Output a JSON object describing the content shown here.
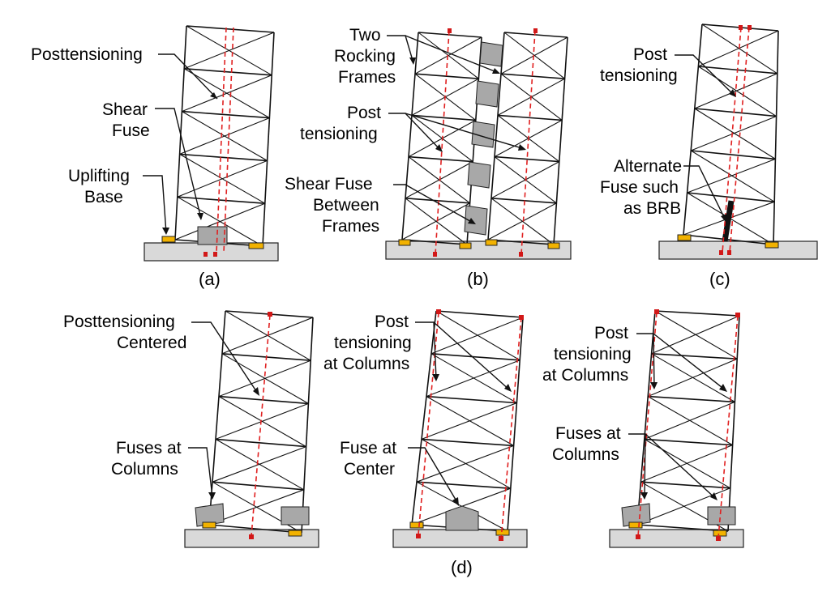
{
  "labels": {
    "a_posttensioning": "Posttensioning",
    "a_shear": "Shear",
    "a_fuse": "Fuse",
    "a_uplifting": "Uplifting",
    "a_base": "Base",
    "b_two": "Two",
    "b_rocking": "Rocking",
    "b_frames": "Frames",
    "b_post": "Post",
    "b_tensioning": "tensioning",
    "b_shear_fuse": "Shear Fuse",
    "b_between": "Between",
    "b_frames2": "Frames",
    "c_post": "Post",
    "c_tensioning": "tensioning",
    "c_alternate": "Alternate",
    "c_fuse_such": "Fuse such",
    "c_as_brb": "as BRB",
    "d1_posttensioning": "Posttensioning",
    "d1_centered": "Centered",
    "d1_fuses_at": "Fuses at",
    "d1_columns": "Columns",
    "d2_post": "Post",
    "d2_tensioning": "tensioning",
    "d2_at_columns": "at Columns",
    "d2_fuse_at": "Fuse at",
    "d2_center": "Center",
    "d3_post": "Post",
    "d3_tensioning": "tensioning",
    "d3_at_columns": "at Columns",
    "d3_fuses_at": "Fuses at",
    "d3_columns": "Columns"
  },
  "captions": {
    "a": "(a)",
    "b": "(b)",
    "c": "(c)",
    "d": "(d)"
  },
  "colors": {
    "posttension": "#e02020",
    "base_plate": "#f2b200",
    "fuse": "#a8a8a8",
    "ground": "#d9d9d9"
  }
}
